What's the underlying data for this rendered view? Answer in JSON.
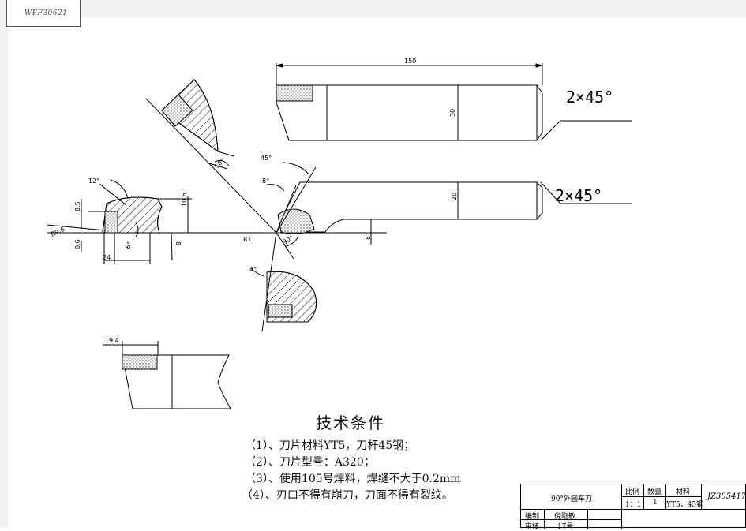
{
  "corner_tag": "WFF30621",
  "dimensions": {
    "length": "150",
    "height_upper": "30",
    "height_lower": "20",
    "chamfer_upper": "2×45°",
    "chamfer_lower": "2×45°",
    "angle_45": "45°",
    "angle_8": "8°",
    "angle_4": "4°",
    "angle_12": "12°",
    "angle_6": "6°",
    "angle_10": "10°",
    "angle_90": "90°",
    "r1": "R1",
    "r9_6": "R9.6",
    "d8_5": "8.5",
    "d10_6": "10.6",
    "d0_6": "0.6",
    "d24": "24",
    "d8": "8",
    "d8_small": "8",
    "d19_4": "19.4"
  },
  "tech": {
    "title": "技术条件",
    "lines": [
      "（1）、刀片材料YT5，刀杆45钢；",
      "（2）、刀片型号：A320；",
      "（3）、使用105号焊料，焊缝不大于0.2mm",
      "（4）、刃口不得有崩刀，刀面不得有裂纹。"
    ]
  },
  "title_block": {
    "part_name": "90°外圆车刀",
    "scale_label": "比例",
    "scale_value": "1：1",
    "qty_label": "数量",
    "qty_value": "1",
    "material_label": "材料",
    "material_value": "YT5，45钢",
    "drawing_no": "JZ305417",
    "drafter_label": "编制",
    "drafter_name": "倪刚敏",
    "reviewer_label": "审核",
    "reviewer_value": "17号"
  }
}
